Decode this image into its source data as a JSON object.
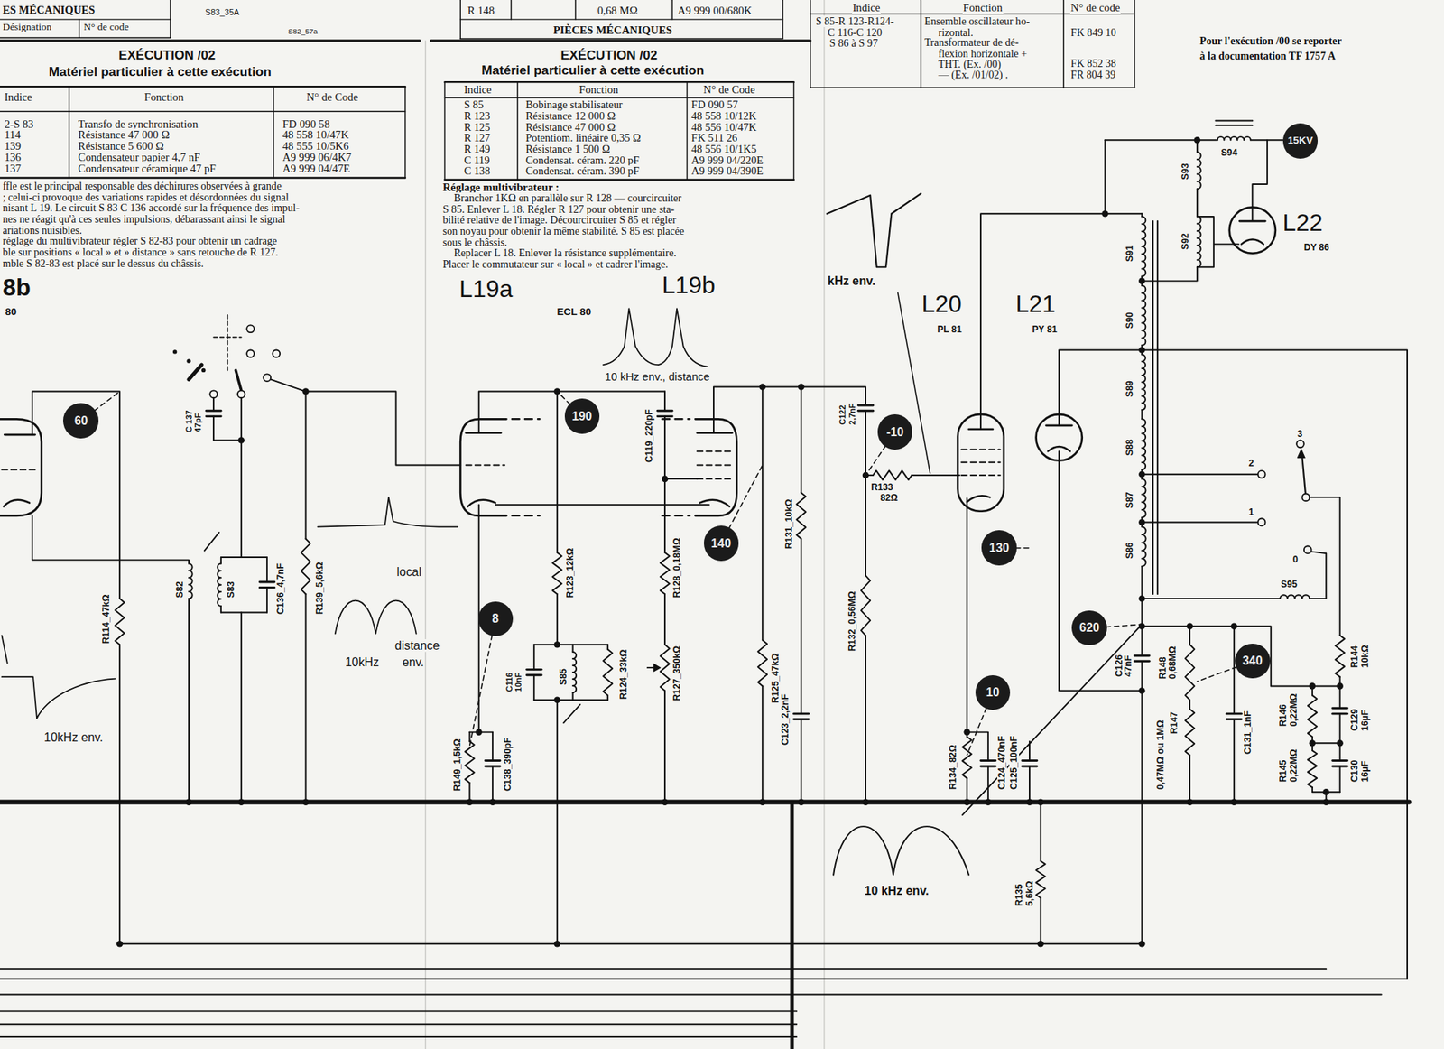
{
  "diagram": {
    "nodes": [
      {
        "text": [
          "15KV"
        ]
      },
      {
        "text": [
          "60"
        ]
      },
      {
        "text": [
          "190"
        ]
      },
      {
        "text": [
          "-10"
        ]
      },
      {
        "text": [
          "140"
        ]
      },
      {
        "text": [
          "130"
        ]
      },
      {
        "text": [
          "8"
        ]
      },
      {
        "text": [
          "620"
        ]
      },
      {
        "text": [
          "340"
        ]
      },
      {
        "text": [
          "10"
        ]
      }
    ],
    "labels": [
      "ES MÉCANIQUES",
      "Désignation",
      "N° de code",
      "S83_35A",
      "S82_57a",
      "R 148",
      "0,68 MΩ",
      "A9 999 00/680K",
      "PIÈCES MÉCANIQUES",
      "Indice",
      "Fonction",
      "N° de code",
      "S 85-R 123-R124-",
      "C 116-C 120",
      "S 86 à S 97",
      "Ensemble oscillateur ho-",
      "rizontal.",
      "Transformateur de dé-",
      "flexion horizontale +",
      "THT. (Ex. /00)",
      "— (Ex. /01/02) .",
      "FK 849 10",
      "FK 852 38",
      "FR 804 39",
      "Pour l'exécution /00 se reporter",
      "à la documentation TF 1757 A",
      "EXÉCUTION /02",
      "Matériel particulier à cette exécution",
      "Indice",
      "Fonction",
      "N° de Code",
      "2-S 83",
      "114",
      "139",
      "136",
      "137",
      "Transfo de synchronisation",
      "Résistance 47 000 Ω",
      "Résistance 5 600 Ω",
      "Condensateur papier 4,7 nF",
      "Condensateur céramique 47 pF",
      "FD 090 58",
      "48 558 10/47K",
      "48 555 10/5K6",
      "A9 999 06/4K7",
      "A9 999 04/47E",
      "ffle est le principal responsable des déchirures observées à grande",
      "; celui-ci provoque des variations rapides et désordonnées du signal",
      "nisant L 19. Le circuit S 83 C 136 accordé sur la fréquence des impul-",
      "nes ne réagit qu'à ces seules impulsions, débarassant ainsi le signal",
      "ariations nuisibles.",
      "réglage du multivibrateur régler S 82-83 pour obtenir un cadrage",
      "ble sur positions « local » et » distance » sans retouche de R 127.",
      "mble S 82-83 est placé sur le dessus du châssis.",
      "EXÉCUTION /02",
      "Matériel particulier à cette exécution",
      "Indice",
      "Fonction",
      "N° de Code",
      "S 85",
      "R 123",
      "R 125",
      "R 127",
      "R 149",
      "C 119",
      "C 138",
      "Bobinage stabilisateur",
      "Résistance 12 000 Ω",
      "Résistance 47 000 Ω",
      "Potentiom. linéaire 0,35 Ω",
      "Résistance 1 500 Ω",
      "Condensat. céram. 220 pF",
      "Condensat. céram. 390 pF",
      "FD 090 57",
      "48 558 10/12K",
      "48 556 10/47K",
      "FK 511 26",
      "48 556 10/1K5",
      "A9 999 04/220E",
      "A9 999 04/390E",
      "Réglage multivibrateur :",
      "Brancher 1KΩ en parallèle sur R 128 — courcircuiter",
      "S 85. Enlever L 18. Régler R 127 pour obtenir une sta-",
      "bilité relative de l'image. Décourcircuiter S 85 et régler",
      "son noyau pour obtenir la même stabilité. S 85 est placée",
      "sous le châssis.",
      "Replacer L 18. Enlever la résistance supplémentaire.",
      "Placer le commutateur sur « local » et cadrer l'image.",
      "8b",
      "80",
      "L19a",
      "L19b",
      "ECL 80",
      "L20",
      "PL 81",
      "L21",
      "PY 81",
      "L22",
      "DY 86",
      "kHz env.",
      "10 kHz env., distance",
      "local",
      "distance",
      "10kHz",
      "env.",
      "10kHz env.",
      "10 kHz env.",
      "C 137",
      "47pF",
      "R114_47kΩ",
      "S82",
      "S83",
      "C136_4,7nF",
      "R139_5,6kΩ",
      "C119_220pF",
      "R123_12kΩ",
      "C116",
      "10nF",
      "S85",
      "R124_33kΩ",
      "R128_0,18MΩ",
      "R127_350kΩ",
      "R131_10kΩ",
      "R125_47kΩ",
      "C123_2,2nF",
      "R149_1,5kΩ",
      "C138_390pF",
      "C122",
      "2,7nF",
      "R133",
      "82Ω",
      "R132_0,56MΩ",
      "R134_82Ω",
      "C124_470nF",
      "C125_100nF",
      "R135",
      "5,6kΩ",
      "C126",
      "47nF",
      "R148",
      "0,68MΩ",
      "R147",
      "0,47MΩ ou 1MΩ",
      "C131_1nF",
      "R144",
      "10kΩ",
      "R146",
      "0,22MΩ",
      "C129",
      "16µF",
      "R145",
      "0,22MΩ",
      "C130",
      "16µF",
      "S91",
      "S90",
      "S89",
      "S88",
      "S87",
      "S86",
      "S92",
      "S93",
      "S94",
      "S95",
      "3",
      "2",
      "1",
      "0"
    ]
  }
}
